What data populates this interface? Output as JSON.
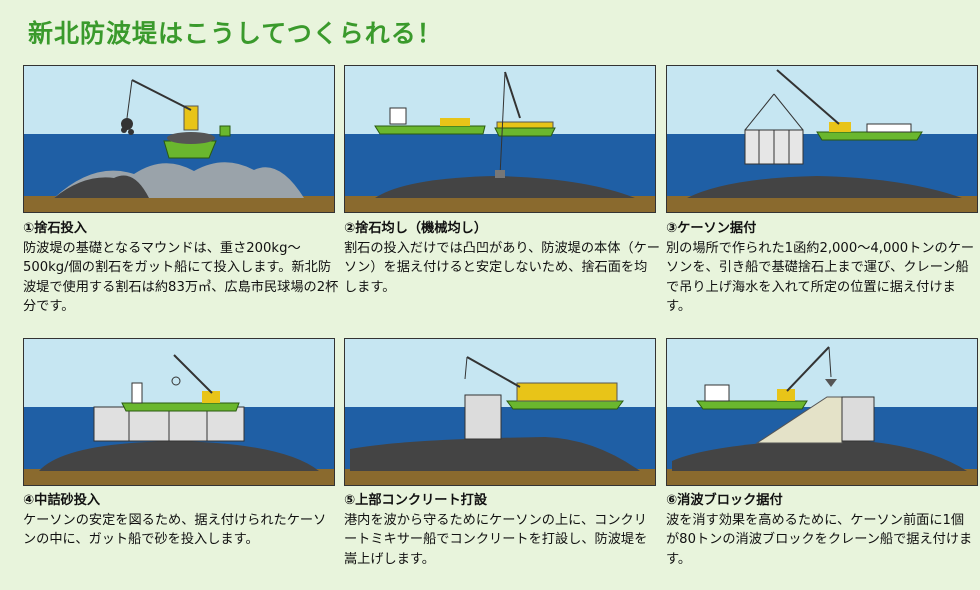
{
  "title": "新北防波堤はこうしてつくられる！",
  "steps": [
    {
      "heading": "①捨石投入",
      "body": "防波堤の基礎となるマウンドは、重さ200kg～500kg/個の割石をガット船にて投入します。新北防波堤で使用する割石は約83万㎥、広島市民球場の2杯分です。"
    },
    {
      "heading": "②捨石均し（機械均し）",
      "body": "割石の投入だけでは凸凹があり、防波堤の本体（ケーソン）を据え付けると安定しないため、捨石面を均します。"
    },
    {
      "heading": "③ケーソン据付",
      "body": "別の場所で作られた1函約2,000～4,000トンのケーソンを、引き船で基礎捨石上まで運び、クレーン船で吊り上げ海水を入れて所定の位置に据え付けます。"
    },
    {
      "heading": "④中詰砂投入",
      "body": "ケーソンの安定を図るため、据え付けられたケーソンの中に、ガット船で砂を投入します。"
    },
    {
      "heading": "⑤上部コンクリート打設",
      "body": "港内を波から守るためにケーソンの上に、コンクリートミキサー船でコンクリートを打設し、防波堤を嵩上げします。"
    },
    {
      "heading": "⑥消波ブロック据付",
      "body": "波を消す効果を高めるために、ケーソン前面に1個が80トンの消波ブロックをクレーン船で据え付けます。"
    }
  ],
  "colors": {
    "title": "#3a9a2c",
    "sky": "#c6e6f2",
    "sea": "#1f5fa5",
    "seabed": "#8a6a2e",
    "hull": "#6ab72e",
    "crane": "#e8c418"
  }
}
